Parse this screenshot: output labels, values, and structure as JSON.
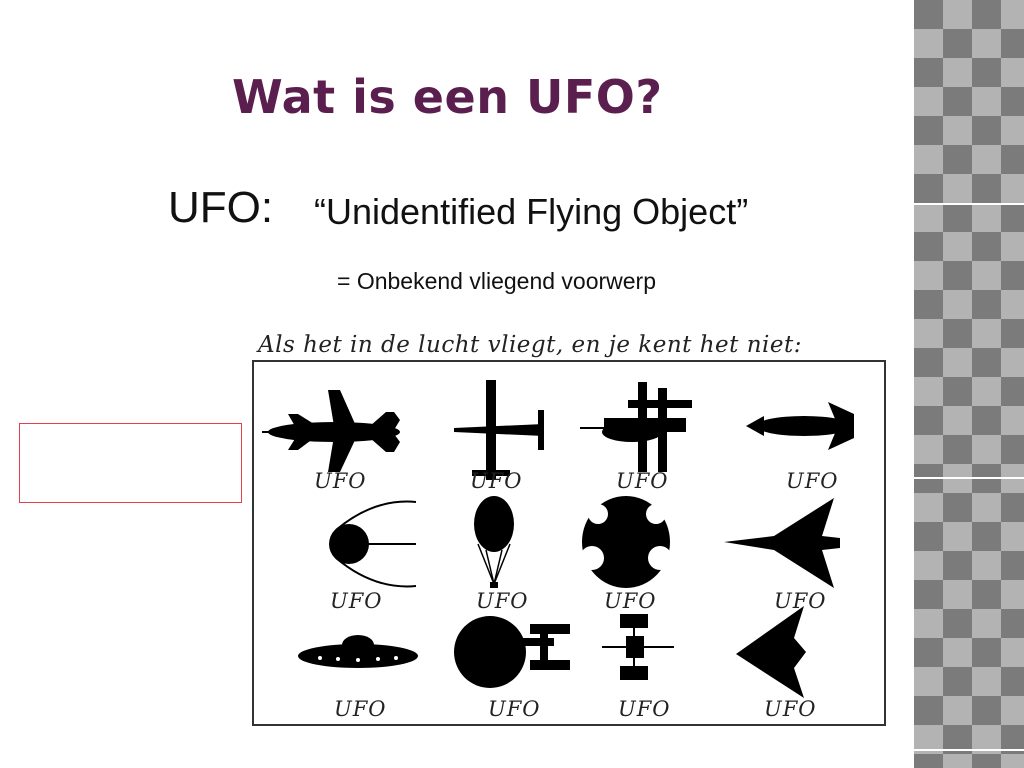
{
  "slide": {
    "title": "Wat is een UFO?",
    "ufo_label": "UFO:",
    "definition": "“Unidentified Flying Object”",
    "translation": "= Onbekend vliegend voorwerp"
  },
  "panel": {
    "caption": "Als het in de lucht vliegt, en je kent het niet:",
    "items": [
      {
        "icon": "jet-plane-icon",
        "label": "UFO"
      },
      {
        "icon": "propeller-plane-icon",
        "label": "UFO"
      },
      {
        "icon": "twin-boom-plane-icon",
        "label": "UFO"
      },
      {
        "icon": "missile-icon",
        "label": "UFO"
      },
      {
        "icon": "sputnik-icon",
        "label": "UFO"
      },
      {
        "icon": "balloon-icon",
        "label": "UFO"
      },
      {
        "icon": "bat-symbol-icon",
        "label": "UFO"
      },
      {
        "icon": "delta-wing-icon",
        "label": "UFO"
      },
      {
        "icon": "flying-saucer-icon",
        "label": "UFO"
      },
      {
        "icon": "starship-icon",
        "label": "UFO"
      },
      {
        "icon": "satellite-icon",
        "label": "UFO"
      },
      {
        "icon": "stealth-bomber-icon",
        "label": "UFO"
      }
    ]
  },
  "colors": {
    "title": "#5a1f4e",
    "red_box_border": "#e0424a",
    "strip_dark": "#7b7b7b",
    "strip_light": "#b3b3b3"
  }
}
